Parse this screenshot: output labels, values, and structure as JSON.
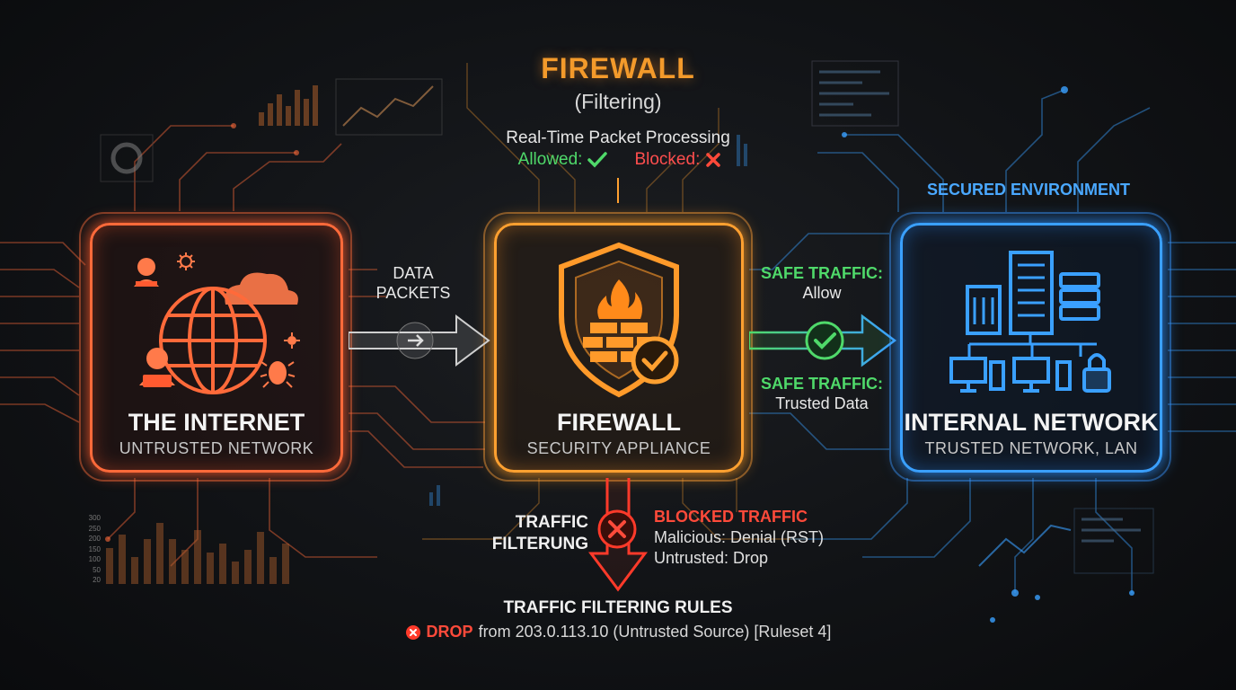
{
  "header": {
    "title": "FIREWALL",
    "subtitle": "(Filtering)",
    "processing": "Real-Time Packet Processing",
    "allowed_label": "Allowed:",
    "blocked_label": "Blocked:"
  },
  "nodes": {
    "internet": {
      "title": "THE INTERNET",
      "subtitle": "UNTRUSTED NETWORK"
    },
    "firewall": {
      "title": "FIREWALL",
      "subtitle": "SECURITY APPLIANCE"
    },
    "internal": {
      "title": "INTERNAL NETWORK",
      "subtitle": "TRUSTED NETWORK, LAN",
      "zone_label": "SECURED ENVIRONMENT"
    }
  },
  "flows": {
    "inbound_line1": "DATA",
    "inbound_line2": "PACKETS",
    "safe1_title": "SAFE TRAFFIC:",
    "safe1_value": "Allow",
    "safe2_title": "SAFE TRAFFIC:",
    "safe2_value": "Trusted Data"
  },
  "blocked": {
    "filter_line1": "TRAFFIC",
    "filter_line2": "FILTERUNG",
    "title": "BLOCKED TRAFFIC",
    "line1": "Malicious: Denial (RST)",
    "line2": "Untrusted: Drop"
  },
  "rules": {
    "title": "TRAFFIC FILTERING RULES",
    "action": "DROP",
    "detail": "from 203.0.113.10 (Untrusted Source) [Ruleset 4]"
  },
  "decor_chart": {
    "tick_labels": [
      "300",
      "250",
      "200",
      "150",
      "100",
      "50",
      "20"
    ]
  },
  "colors": {
    "untrusted": "#ff6a3a",
    "firewall": "#ffa030",
    "trusted": "#3aa0ff",
    "allow": "#4fd96a",
    "block": "#ff4a3a"
  },
  "icons": [
    "hacker-icon",
    "globe-icon",
    "cloud-icon",
    "virus-icon",
    "bug-icon",
    "shield-fire-icon",
    "brick-wall-icon",
    "check-icon",
    "building-icon",
    "server-icon",
    "desktop-icon",
    "lock-icon",
    "x-icon",
    "arrow-right-icon",
    "arrow-down-icon"
  ]
}
